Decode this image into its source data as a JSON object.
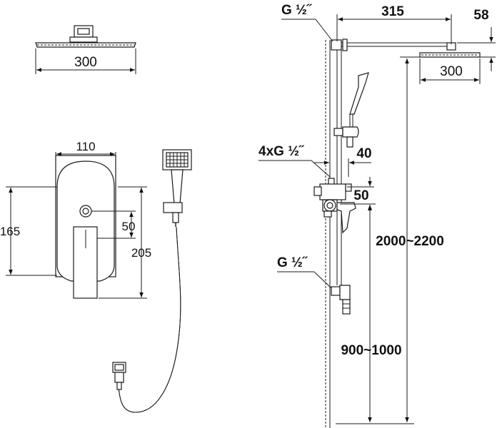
{
  "dimensions": {
    "head_width_left": "300",
    "plate_width": "110",
    "plate_height": "165",
    "outlet_offset": "50",
    "total_height_left": "205",
    "arm_length": "315",
    "arm_drop": "58",
    "head_width_right": "300",
    "valve_depth": "40",
    "valve_offset": "50",
    "top_height": "2000~2200",
    "valve_height": "900~1000"
  },
  "labels": {
    "thread_top": "G ½˝",
    "thread_valve": "4xG ½˝",
    "thread_bottom": "G ½˝"
  },
  "colors": {
    "line": "#1a1a1a",
    "background": "#ffffff"
  }
}
